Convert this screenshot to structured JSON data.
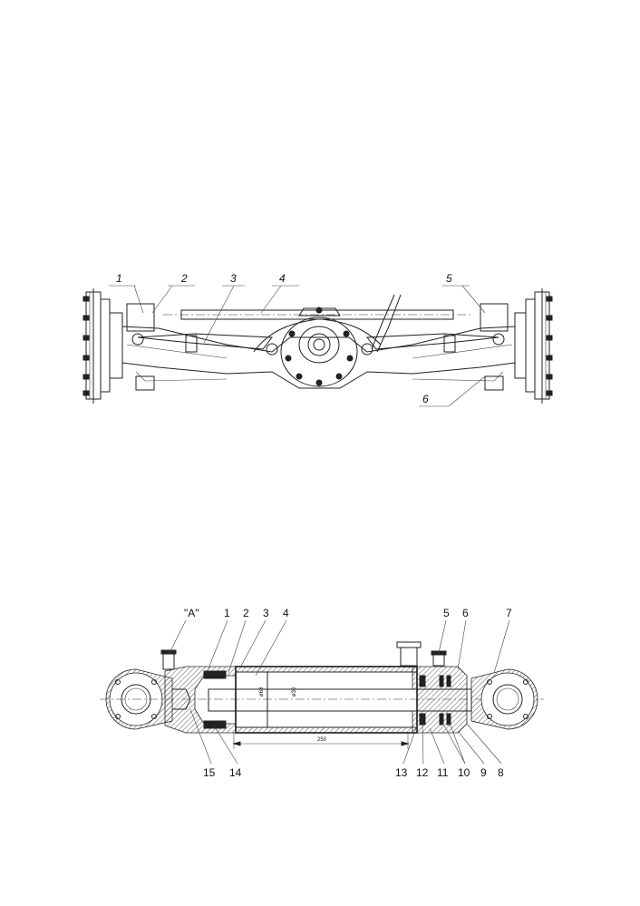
{
  "figure_top": {
    "callouts": [
      "1",
      "2",
      "3",
      "4",
      "5",
      "6"
    ]
  },
  "figure_bottom": {
    "view_label": "\"A\"",
    "callouts_top": [
      "1",
      "2",
      "3",
      "4",
      "5",
      "6",
      "7"
    ],
    "callouts_bottom": [
      "15",
      "14",
      "13",
      "12",
      "11",
      "10",
      "9",
      "8"
    ],
    "dimensions": {
      "bore": "ø63",
      "rod": "ø30",
      "stroke": "250"
    }
  }
}
